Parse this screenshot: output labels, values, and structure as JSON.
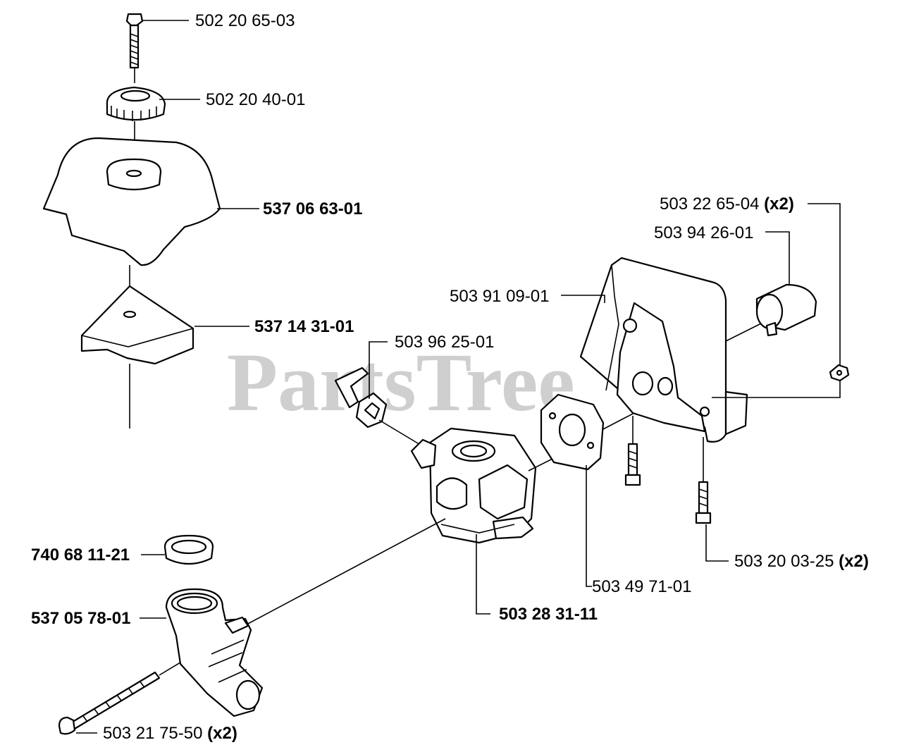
{
  "watermark": "PartsTree",
  "parts": [
    {
      "number": "502 20 65-03",
      "qty": ""
    },
    {
      "number": "502 20 40-01",
      "qty": ""
    },
    {
      "number": "537 06 63-01",
      "qty": ""
    },
    {
      "number": "537 14 31-01",
      "qty": ""
    },
    {
      "number": "503 96 25-01",
      "qty": ""
    },
    {
      "number": "503 91 09-01",
      "qty": ""
    },
    {
      "number": "503 94 26-01",
      "qty": ""
    },
    {
      "number": "503 22 65-04",
      "qty": "(x2)"
    },
    {
      "number": "740 68 11-21",
      "qty": ""
    },
    {
      "number": "537 05 78-01",
      "qty": ""
    },
    {
      "number": "503 28 31-11",
      "qty": ""
    },
    {
      "number": "503 49 71-01",
      "qty": ""
    },
    {
      "number": "503 20 03-25",
      "qty": "(x2)"
    },
    {
      "number": "503 21 75-50",
      "qty": "(x2)"
    }
  ]
}
